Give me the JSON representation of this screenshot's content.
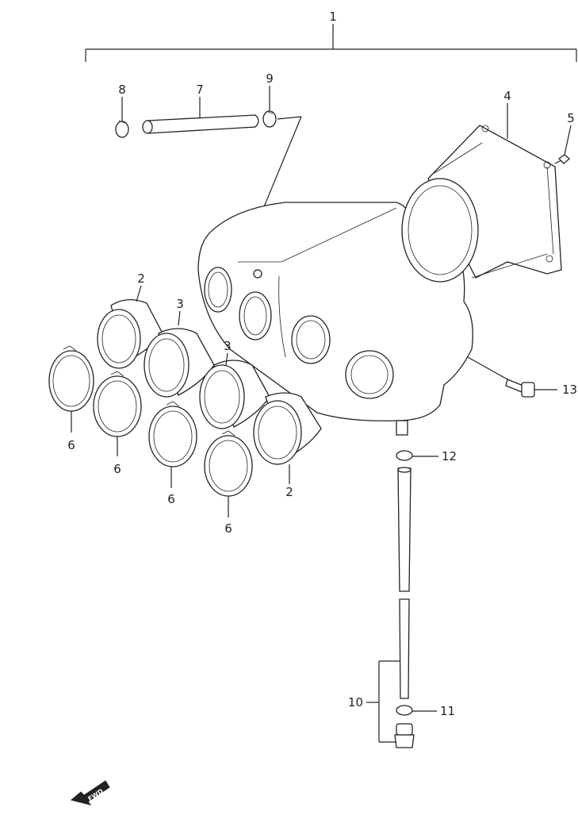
{
  "callouts": {
    "c1": "1",
    "c2a": "2",
    "c2b": "2",
    "c3a": "3",
    "c3b": "3",
    "c4": "4",
    "c5": "5",
    "c6a": "6",
    "c6b": "6",
    "c6c": "6",
    "c6d": "6",
    "c7": "7",
    "c8": "8",
    "c9": "9",
    "c10": "10",
    "c11": "11",
    "c12": "12",
    "c13": "13"
  },
  "fwd_label": "FWD"
}
